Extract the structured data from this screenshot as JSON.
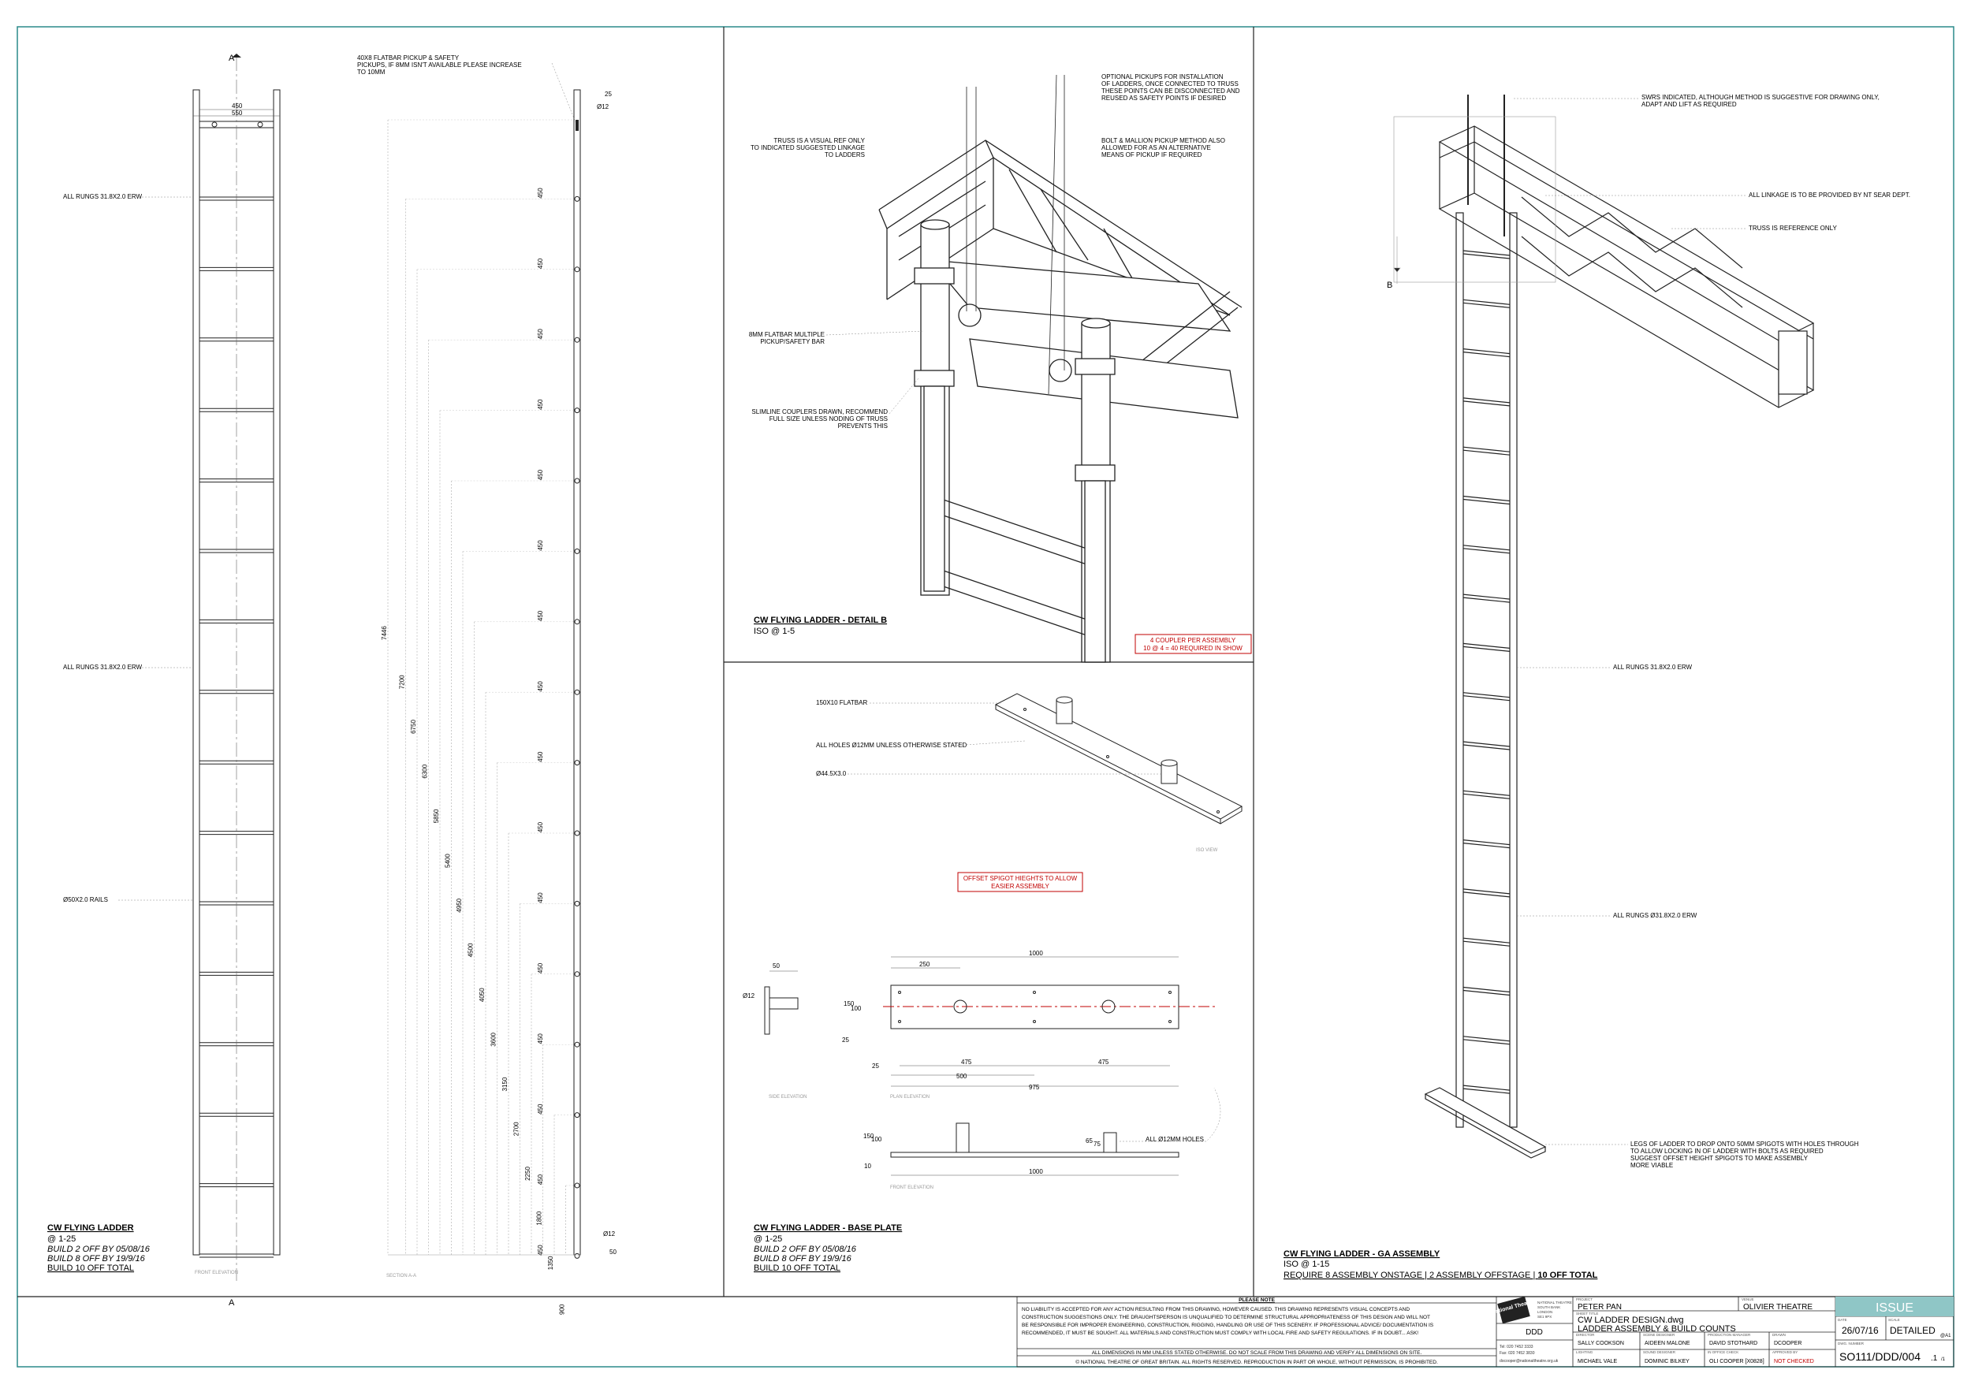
{
  "ladder_elevation": {
    "section_marker": "A",
    "top_width_1": "450",
    "top_width_2": "550",
    "notes": {
      "flatbar": [
        "40x8 FLATBAR PICKUP & SAFETY",
        "PICKUPS, IF 8mm ISN'T AVAILABLE PLEASE INCREASE",
        "TO 10mm"
      ],
      "rungs_top": "ALL RUNGS 31.8x2.0 ERW",
      "rungs_mid": "ALL RUNGS 31.8x2.0 ERW",
      "rails": "Ø50x2.0 RAILS"
    },
    "view_label": "FRONT ELEVATION",
    "section_label": "SECTION A-A",
    "title": "CW FLYING LADDER",
    "scale": "@ 1-25",
    "build1": "BUILD 2 OFF BY 05/08/16",
    "build2": "BUILD 8 OFF BY 19/9/16",
    "total": "BUILD 10 OFF TOTAL"
  },
  "section_dims": {
    "top_offset": "25",
    "hole_top": "Ø12",
    "hole_bottom": "Ø12",
    "bottom_offset": "50",
    "spacing": "450",
    "cumulative": [
      "7446",
      "7200",
      "6750",
      "6300",
      "5850",
      "5400",
      "4950",
      "4500",
      "4050",
      "3600",
      "3150",
      "2700",
      "2250",
      "1800",
      "1350",
      "900"
    ]
  },
  "detail_b": {
    "notes": {
      "truss": [
        "TRUSS IS A VISUAL REF ONLY",
        "TO INDICATED SUGGESTED LINKAGE",
        "TO LADDERS"
      ],
      "flatbar": [
        "8mm FLATBAR MULTIPLE",
        "PICKUP/SAFETY BAR"
      ],
      "couplers": [
        "SLIMLINE COUPLERS DRAWN, RECOMMEND",
        "FULL SIZE UNLESS NODING OF TRUSS",
        "PREVENTS THIS"
      ],
      "optional": [
        "OPTIONAL PICKUPS FOR INSTALLATION",
        "OF LADDERS, ONCE CONNECTED TO TRUSS",
        "THESE POINTS CAN BE DISCONNECTED AND",
        "REUSED AS SAFETY POINTS IF DESIRED"
      ],
      "bolt": [
        "BOLT & MALLION PICKUP METHOD ALSO",
        "ALLOWED FOR AS AN ALTERNATIVE",
        "MEANS OF PICKUP IF REQUIRED"
      ]
    },
    "callout": [
      "4 COUPLER PER ASSEMBLY",
      "10 @ 4 = 40 REQUIRED IN SHOW"
    ],
    "title": "CW FLYING LADDER - DETAIL B",
    "scale": "ISO @ 1-5"
  },
  "base_plate": {
    "notes": {
      "flatbar": "150x10 FLATBAR",
      "holes": "ALL HOLES Ø12mm UNLESS OTHERWISE STATED",
      "spigot": "Ø44.5x3.0",
      "iso_label": "ISO VIEW",
      "all_holes": "ALL Ø12mm HOLES"
    },
    "callout": [
      "OFFSET SPIGOT HIEGHTS TO ALLOW",
      "EASIER ASSEMBLY"
    ],
    "dims": {
      "side_50": "50",
      "side_hole": "Ø12",
      "overall": "1000",
      "offset_250": "250",
      "h150": "150",
      "h100": "100",
      "h25": "25",
      "left25": "25",
      "half1": "475",
      "half2": "475",
      "d500": "500",
      "d975": "975",
      "fe150": "150",
      "fe100": "100",
      "fe10": "10",
      "fe65": "65",
      "fe75": "75",
      "fe1000": "1000"
    },
    "side_label": "SIDE ELEVATION",
    "plan_label": "PLAN ELEVATION",
    "front_label": "FRONT ELEVATION",
    "title": "CW FLYING LADDER - BASE PLATE",
    "scale": "@ 1-25",
    "build1": "BUILD 2 OFF BY 05/08/16",
    "build2": "BUILD 8 OFF BY 19/9/16",
    "total": "BUILD 10 OFF TOTAL"
  },
  "ga_assembly": {
    "marker": "B",
    "notes": {
      "swrs": [
        "SWRs INDICATED, ALTHOUGH METHOD IS SUGGESTIVE FOR DRAWING ONLY,",
        "ADAPT AND LIFT AS REQUIRED"
      ],
      "linkage": "ALL LINKAGE IS TO BE PROVIDED BY NT SEAR DEPT.",
      "truss": "TRUSS IS REFERENCE ONLY",
      "rungs1": "ALL RUNGS 31.8x2.0 ERW",
      "rungs2": "ALL RUNGS Ø31.8x2.0 ERW",
      "legs": [
        "LEGS OF LADDER TO DROP ONTO 50mm SPIGOTS WITH HOLES THROUGH",
        "TO ALLOW LOCKING IN OF LADDER WITH BOLTS AS REQUIRED",
        "SUGGEST OFFSET HEIGHT SPIGOTS TO MAKE ASSEMBLY",
        "MORE VIABLE"
      ]
    },
    "title": "CW FLYING LADDER - GA ASSEMBLY",
    "scale": "ISO @ 1-15",
    "req": "REQUIRE 8 ASSEMBLY ONSTAGE | 2 ASSEMBLY OFFSTAGE | ",
    "total": "10 OFF TOTAL"
  },
  "title_block": {
    "please_note": "PLEASE NOTE",
    "disclaimer": [
      "NO LIABILITY IS ACCEPTED FOR ANY ACTION RESULTING FROM THIS DRAWING, HOWEVER CAUSED. THIS DRAWING REPRESENTS VISUAL CONCEPTS AND",
      "CONSTRUCTION SUGGESTIONS ONLY. THE DRAUGHTSPERSON IS UNQUALIFIED TO DETERMINE STRUCTURAL APPROPRIATENESS OF THIS DESIGN AND WILL NOT",
      "BE RESPONSIBLE FOR IMPROPER ENGINEERING, CONSTRUCTION, RIGGING, HANDLING OR USE OF THIS SCENERY. IF PROFESSIONAL ADVICE/ DOCUMENTATION IS",
      "RECOMMENDED, IT MUST BE SOUGHT. ALL MATERIALS AND CONSTRUCTION MUST COMPLY WITH LOCAL FIRE AND SAFETY REGULATIONS. IF IN DOUBT... ASK!"
    ],
    "dimensions_note": "ALL DIMENSIONS IN MM UNLESS STATED OTHERWISE. DO NOT SCALE FROM THIS DRAWING AND VERIFY ALL DIMENSIONS ON SITE.",
    "copyright": "© NATIONAL THEATRE OF GREAT BRITAIN. ALL RIGHTS RESERVED. REPRODUCTION IN PART OR WHOLE, WITHOUT PERMISSION, IS PROHIBITED.",
    "logo_text": "National Theatre",
    "address": [
      "NATIONAL THEATRE",
      "SOUTH BANK",
      "LONDON",
      "SE1 9PX"
    ],
    "dept": "DDD",
    "tel": "Tel: 020 7452 3333",
    "fax": "Fax: 020 7452 3830",
    "email": "docooper@nationaltheatre.org.uk",
    "project_label": "PROJECT",
    "project": "PETER PAN",
    "venue_label": "VENUE",
    "venue": "OLIVIER THEATRE",
    "sheet_label": "SHEET TITLE",
    "file": "CW LADDER DESIGN.dwg",
    "sheet_title": "LADDER ASSEMBLY & BUILD COUNTS",
    "director_label": "DIRECTOR",
    "director": "SALLY COOKSON",
    "designer_label": "SCENE DESIGNER",
    "designer": "AIDEEN MALONE",
    "prod_label": "PRODUCTION MANAGER",
    "prod": "DAVID STOTHARD",
    "drawn_label": "DRAWN",
    "drawn": "DCOOPER",
    "lighting_label": "LIGHTING",
    "lighting": "MICHAEL VALE",
    "sound_label": "SOUND DESIGNER",
    "sound": "DOMINIC BILKEY",
    "checked_label": "IN OFFICE CHECK",
    "checked": "OLI COOPER [X0828]",
    "approved_label": "APPROVED BY",
    "approved": "NOT CHECKED",
    "issue": "ISSUE",
    "date_label": "DATE",
    "date": "26/07/16",
    "scale_label": "SCALE",
    "scale": "DETAILED",
    "scale_suffix": "@A1",
    "dwg_label": "DWG. NUMBER",
    "dwg": "SO111/DDD/004",
    "rev": ".1",
    "of": "/1"
  },
  "colors": {
    "line": "#222222",
    "red": "#c00000",
    "teal": "#2a8a8a",
    "issue_bg": "#8fc6c6"
  }
}
